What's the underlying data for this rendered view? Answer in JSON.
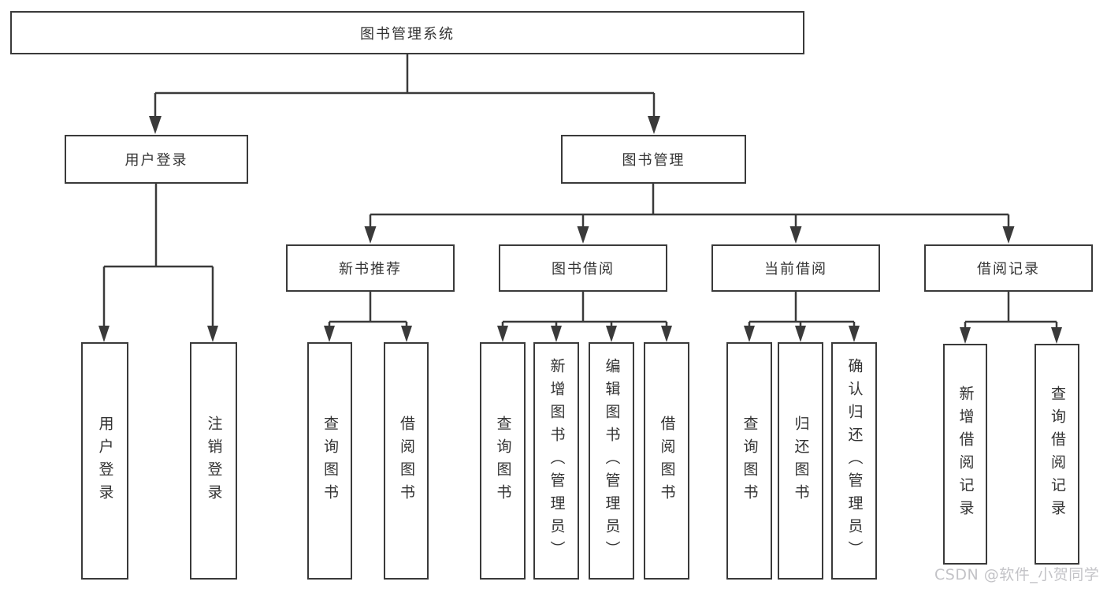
{
  "diagram": {
    "title": "图书管理系统",
    "watermark": "CSDN @软件_小贺同学",
    "colors": {
      "line": "#3a3a3a",
      "text": "#333333",
      "watermark": "#c3c3c7",
      "background": "#ffffff"
    },
    "nodes": {
      "root": "图书管理系统",
      "user_login": "用户登录",
      "book_mgmt": "图书管理",
      "new_book_rec": "新书推荐",
      "book_borrow": "图书借阅",
      "current_borrow": "当前借阅",
      "borrow_records": "借阅记录",
      "leaf_login": "用户登录",
      "leaf_logout": "注销登录",
      "leaf_nbr_query": "查询图书",
      "leaf_nbr_borrow": "借阅图书",
      "leaf_bb_query": "查询图书",
      "leaf_bb_add": "新增图书（管理员）",
      "leaf_bb_edit": "编辑图书（管理员）",
      "leaf_bb_borrow": "借阅图书",
      "leaf_cb_query": "查询图书",
      "leaf_cb_return": "归还图书",
      "leaf_cb_confirm": "确认归还（管理员）",
      "leaf_br_add": "新增借阅记录",
      "leaf_br_query": "查询借阅记录"
    },
    "hierarchy": [
      {
        "parent": "图书管理系统",
        "children": [
          "用户登录",
          "图书管理"
        ]
      },
      {
        "parent": "用户登录",
        "children": [
          "用户登录",
          "注销登录"
        ]
      },
      {
        "parent": "图书管理",
        "children": [
          "新书推荐",
          "图书借阅",
          "当前借阅",
          "借阅记录"
        ]
      },
      {
        "parent": "新书推荐",
        "children": [
          "查询图书",
          "借阅图书"
        ]
      },
      {
        "parent": "图书借阅",
        "children": [
          "查询图书",
          "新增图书（管理员）",
          "编辑图书（管理员）",
          "借阅图书"
        ]
      },
      {
        "parent": "当前借阅",
        "children": [
          "查询图书",
          "归还图书",
          "确认归还（管理员）"
        ]
      },
      {
        "parent": "借阅记录",
        "children": [
          "新增借阅记录",
          "查询借阅记录"
        ]
      }
    ]
  }
}
